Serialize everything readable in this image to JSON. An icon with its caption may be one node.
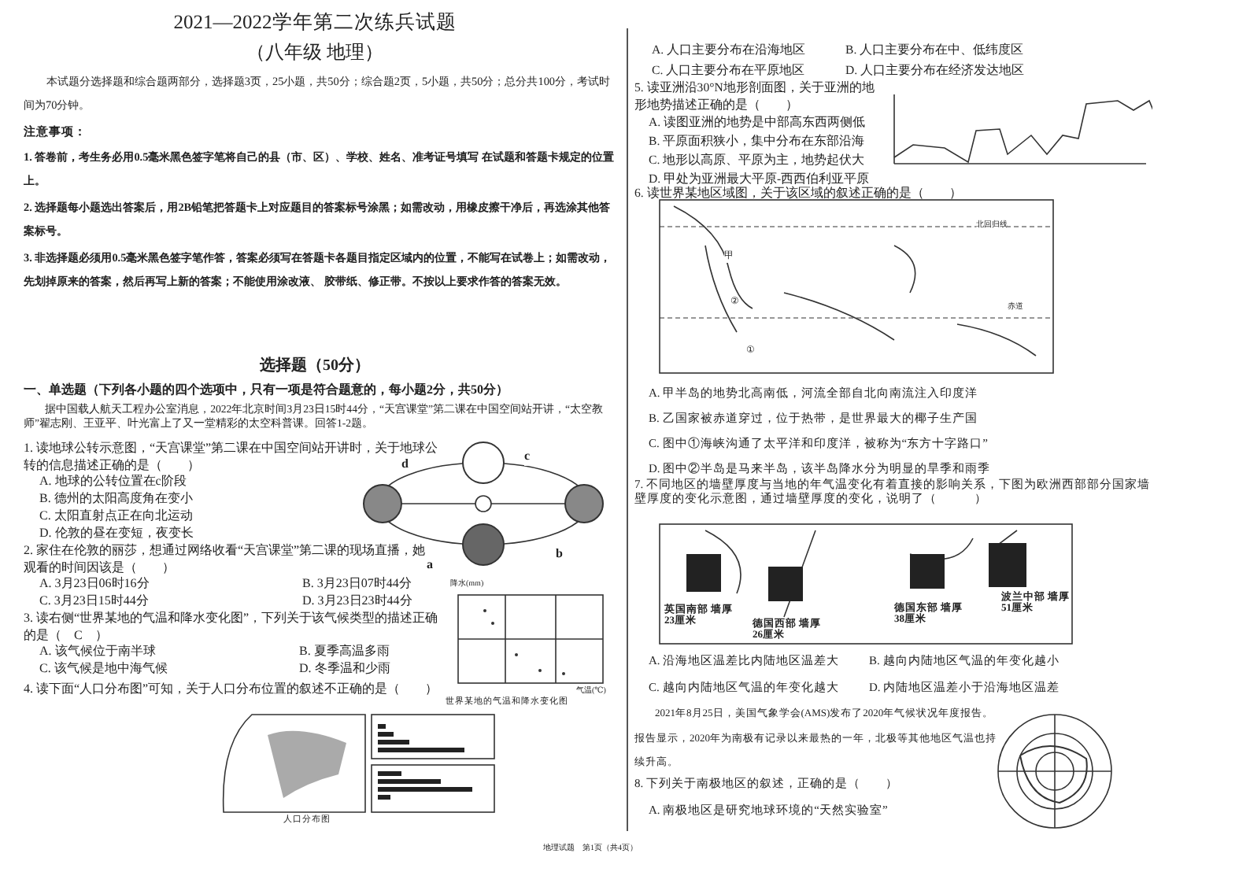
{
  "diagram": {
    "title": "2021—2022学年第二次练兵试题",
    "labels": [
      "（八年级 地理）",
      "本试题分选择题和综合题两部分，选择题3页，25小题，共50分；综合题2页，5小题，共50分；总分共100分，考试时间为70分钟。",
      "注意事项：",
      "1. 答卷前，考生务必用0.5毫米黑色签字笔将自己的县（市、区）、学校、姓名、准考证号填写 在试题和答题卡规定的位置上。",
      "2. 选择题每小题选出答案后，用2B铅笔把答题卡上对应题目的答案标号涂黑；如需改动，用橡皮擦干净后，再选涂其他答案标号。",
      "3. 非选择题必须用0.5毫米黑色签字笔作答，答案必须写在答题卡各题目指定区域内的位置，不能写在试卷上；如需改动，先划掉原来的答案，然后再写上新的答案；不能使用涂改液、 胶带纸、修正带。不按以上要求作答的答案无效。",
      "选择题（50分）",
      "一、单选题（下列各小题的四个选项中，只有一项是符合题意的，每小题2分，共50分）",
      "据中国载人航天工程办公室消息，2022年北京时间3月23日15时44分，“天宫课堂”第二课在中国空间站开讲，“太空教师”翟志刚、王亚平、叶光富上了又一堂精彩的太空科普课。回答1-2题。",
      "1. 读地球公转示意图，“天宫课堂”第二课在中国空间站开讲时，关于地球公转的信息描述正确的是（　　）",
      "A. 地球的公转位置在c阶段",
      "B. 德州的太阳高度角在变小",
      "C. 太阳直射点正在向北运动",
      "D. 伦敦的昼在变短，夜变长",
      "2. 家住在伦敦的丽莎，想通过网络收看“天宫课堂”第二课的现场直播，她观看的时间因该是（　　）",
      "A. 3月23日06时16分",
      "B. 3月23日07时44分",
      "C. 3月23日15时44分",
      "D. 3月23日23时44分",
      "3. 读右侧“世界某地的气温和降水变化图”，下列关于该气候类型的描述正确的是（　C　）",
      "A. 该气候位于南半球",
      "B. 夏季高温多雨",
      "C. 该气候是地中海气候",
      "D. 冬季温和少雨",
      "4. 读下面“人口分布图”可知，关于人口分布位置的叙述不正确的是（　　）",
      "d",
      "c",
      "a",
      "b",
      "降水(mm)",
      "气温(℃)",
      "世界某地的气温和降水变化图",
      "人口分布图",
      "地理试题　第1页（共4页）",
      "A. 人口主要分布在沿海地区",
      "B. 人口主要分布在中、低纬度区",
      "C. 人口主要分布在平原地区",
      "D. 人口主要分布在经济发达地区",
      "5. 读亚洲沿30°N地形剖面图，关于亚洲的地形地势描述正确的是（　　）",
      "A. 读图亚洲的地势是中部高东西两侧低",
      "B. 平原面积狭小，集中分布在东部沿海",
      "C. 地形以高原、平原为主，地势起伏大",
      "D. 甲处为亚洲最大平原-西西伯利亚平原",
      "6. 读世界某地区域图，关于该区域的叙述正确的是（　　）",
      "北回归线",
      "赤道",
      "甲",
      "①",
      "②",
      "A. 甲半岛的地势北高南低，河流全部自北向南流注入印度洋",
      "B. 乙国家被赤道穿过，位于热带，是世界最大的椰子生产国",
      "C. 图中①海峡沟通了太平洋和印度洋，被称为“东方十字路口”",
      "D. 图中②半岛是马来半岛，该半岛降水分为明显的旱季和雨季",
      "7. 不同地区的墙壁厚度与当地的年气温变化有着直接的影响关系，下图为欧洲西部部分国家墙壁厚度的变化示意图，通过墙壁厚度的变化，说明了（　　　）",
      "英国南部 墙厚23厘米",
      "德国西部 墙厚26厘米",
      "德国东部 墙厚38厘米",
      "波兰中部 墙厚51厘米",
      "A. 沿海地区温差比内陆地区温差大",
      "B. 越向内陆地区气温的年变化越小",
      "C. 越向内陆地区气温的年变化越大",
      "D. 内陆地区温差小于沿海地区温差",
      "2021年8月25日，美国气象学会(AMS)发布了2020年气候状况年度报告。报告显示，2020年为南极有记录以来最热的一年，北极等其他地区气温也持续升高。",
      "8. 下列关于南极地区的叙述，正确的是（　　）",
      "A. 南极地区是研究地球环境的“天然实验室”"
    ]
  }
}
